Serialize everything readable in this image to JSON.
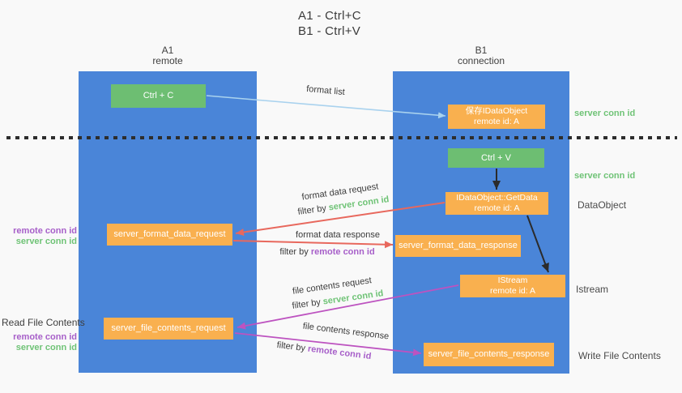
{
  "title": {
    "line1": "A1 - Ctrl+C",
    "line2": "B1 - Ctrl+V"
  },
  "lanes": {
    "a1": {
      "name": "A1",
      "subtitle": "remote"
    },
    "b1": {
      "name": "B1",
      "subtitle": "connection"
    }
  },
  "boxes": {
    "ctrl_c": {
      "label": "Ctrl + C"
    },
    "save_idataobject": {
      "line1": "保存IDataObject",
      "line2": "remote id: A"
    },
    "ctrl_v": {
      "label": "Ctrl + V"
    },
    "getdata": {
      "line1": "IDataObject::GetData",
      "line2": "remote id: A"
    },
    "format_request": {
      "label": "server_format_data_request"
    },
    "format_response": {
      "label": "server_format_data_response"
    },
    "istream": {
      "line1": "IStream",
      "line2": "remote id: A"
    },
    "file_request": {
      "label": "server_file_contents_request"
    },
    "file_response": {
      "label": "server_file_contents_response"
    }
  },
  "messages": {
    "format_list": "format list",
    "format_data_request": "format data request",
    "format_data_response": "format data response",
    "file_contents_request": "file contents request",
    "file_contents_response": "file contents response",
    "filter_by": "filter by ",
    "server_conn_id": "server conn id",
    "remote_conn_id": "remote conn id"
  },
  "side_labels": {
    "server_conn_id_top": "server conn id",
    "server_conn_id_mid": "server conn id",
    "dataobject": "DataObject",
    "istream": "Istream",
    "write_file_contents": "Write File Contents",
    "read_file_contents": "Read File Contents",
    "remote_conn_id": "remote conn id",
    "server_conn_id": "server conn id"
  },
  "colors": {
    "lane_blue": "#4a85d8",
    "box_orange": "#f9b04f",
    "box_green": "#6dbe72",
    "green_text": "#6fc376",
    "purple_text": "#a75fc9",
    "red_arrow": "#e8685d",
    "magenta_arrow": "#bd53c0",
    "light_blue_arrow": "#a9d2ee",
    "black_arrow": "#2b2b2b"
  }
}
